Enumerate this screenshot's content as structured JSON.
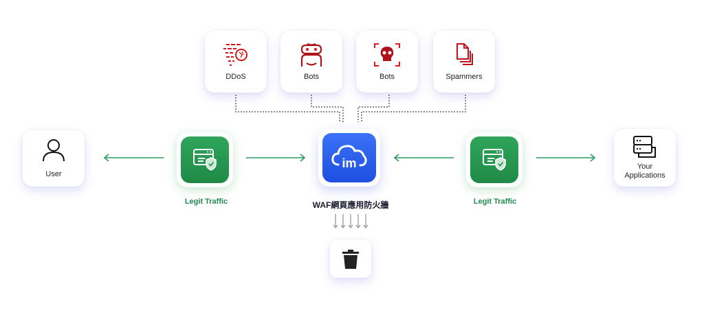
{
  "threats": [
    {
      "label": "DDoS",
      "icon": "ddos-icon"
    },
    {
      "label": "Bots",
      "icon": "robot-icon"
    },
    {
      "label": "Bots",
      "icon": "skull-icon"
    },
    {
      "label": "Spammers",
      "icon": "documents-icon"
    }
  ],
  "user": {
    "label": "User"
  },
  "legit_left": {
    "label": "Legit Traffic"
  },
  "legit_right": {
    "label": "Legit Traffic"
  },
  "waf": {
    "label": "WAF網頁應用防火牆",
    "logo_text": "im"
  },
  "apps": {
    "label_line1": "Your",
    "label_line2": "Applications"
  },
  "colors": {
    "threat": "#d7141a",
    "legit": "#1e8c4c",
    "waf": "#2a5ef0"
  }
}
